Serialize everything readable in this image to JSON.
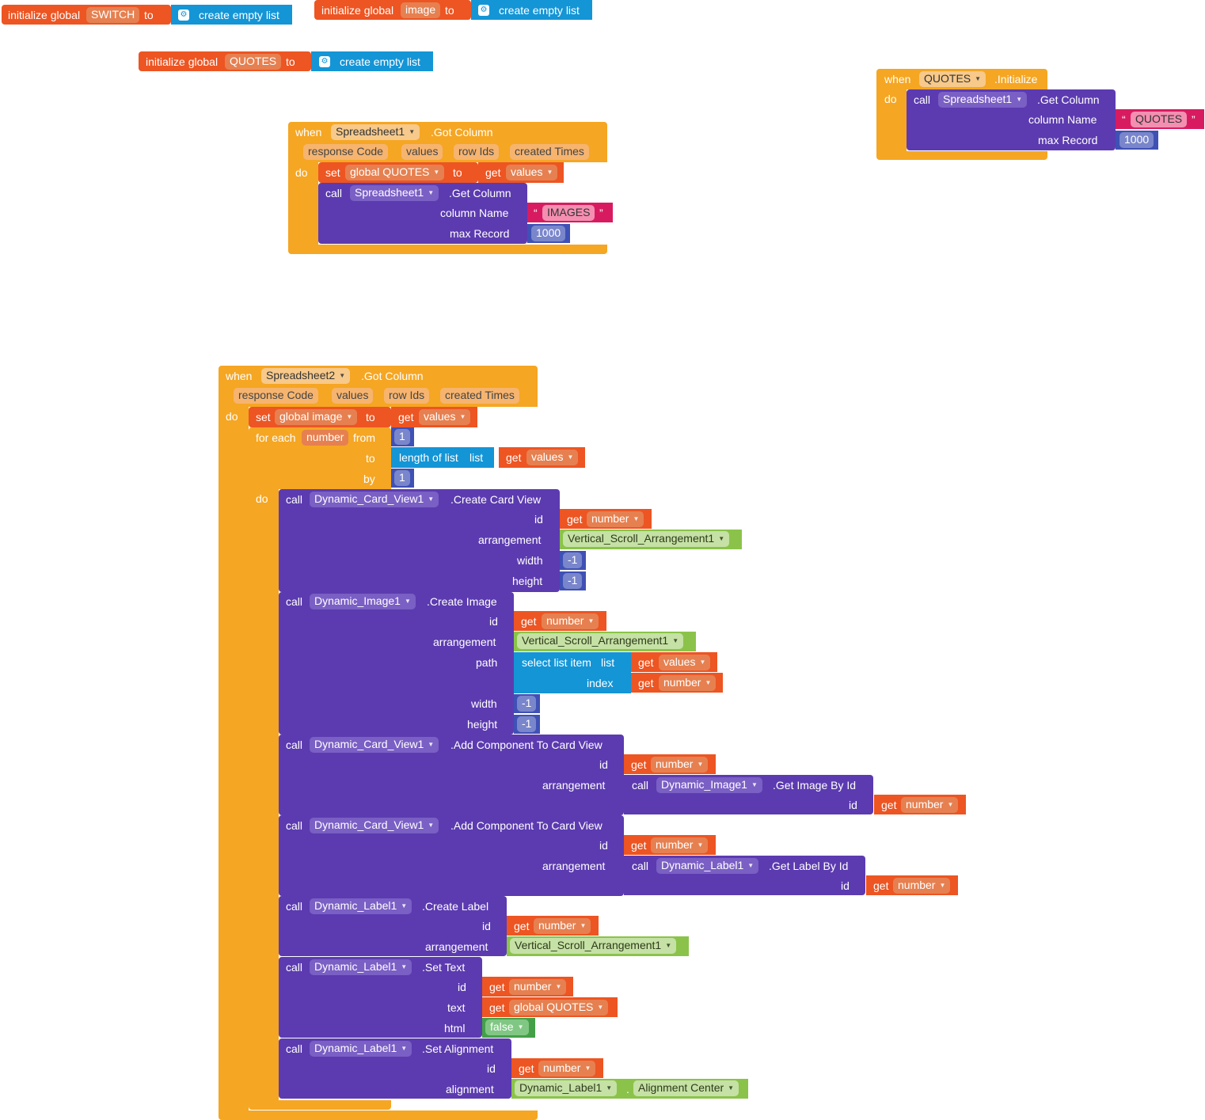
{
  "common": {
    "initialize_global": "initialize global",
    "to": "to",
    "create_empty_list": "create empty list",
    "when": "when",
    "do": "do",
    "call": "call",
    "get": "get",
    "set": "set",
    "quote_open": "“",
    "quote_close": "”",
    "id": "id",
    "arrangement": "arrangement",
    "width": "width",
    "height": "height",
    "path": "path",
    "index": "index",
    "text": "text",
    "html": "html",
    "alignment": "alignment",
    "column_name": "column Name",
    "max_record": "max Record",
    "from": "from",
    "by": "by",
    "for_each": "for each",
    "length_of_list": "length of list",
    "list": "list",
    "select_list_item": "select list item",
    "dot": "."
  },
  "globals": {
    "switch_name": "SWITCH",
    "image_name": "image",
    "quotes_name": "QUOTES"
  },
  "quotes_init": {
    "component": "QUOTES",
    "event": ".Initialize",
    "call_component": "Spreadsheet1",
    "method": ".Get Column",
    "column_value": "QUOTES",
    "max_value": "1000"
  },
  "ss1_event": {
    "component": "Spreadsheet1",
    "event": ".Got Column",
    "params": [
      "response Code",
      "values",
      "row Ids",
      "created Times"
    ],
    "set_target": "global QUOTES",
    "get_values": "values",
    "call_component": "Spreadsheet1",
    "method": ".Get Column",
    "column_value": "IMAGES",
    "max_value": "1000"
  },
  "ss2_event": {
    "component": "Spreadsheet2",
    "event": ".Got Column",
    "params": [
      "response Code",
      "values",
      "row Ids",
      "created Times"
    ],
    "set_target": "global image",
    "get_values": "values",
    "loop_var": "number",
    "from_value": "1",
    "by_value": "1",
    "one": "1",
    "neg1": "-1",
    "card_comp": "Dynamic_Card_View1",
    "create_card": ".Create Card View",
    "arrangement_comp": "Vertical_Scroll_Arrangement1",
    "image_comp": "Dynamic_Image1",
    "create_image": ".Create Image",
    "add_component": ".Add Component To Card View",
    "get_image_by_id": ".Get Image By Id",
    "label_comp": "Dynamic_Label1",
    "get_label_by_id": ".Get Label By Id",
    "create_label": ".Create Label",
    "set_text": ".Set Text",
    "global_quotes": "global QUOTES",
    "false_value": "false",
    "set_alignment": ".Set Alignment",
    "alignment_center": "Alignment Center",
    "var_number": "number"
  },
  "colors": {
    "event": "#f5a623",
    "variable": "#ed5522",
    "list": "#1495d6",
    "component_method": "#5c3bb0",
    "text": "#d81b60",
    "math": "#3f51b5",
    "component": "#8bc34a",
    "logic": "#43a047"
  }
}
